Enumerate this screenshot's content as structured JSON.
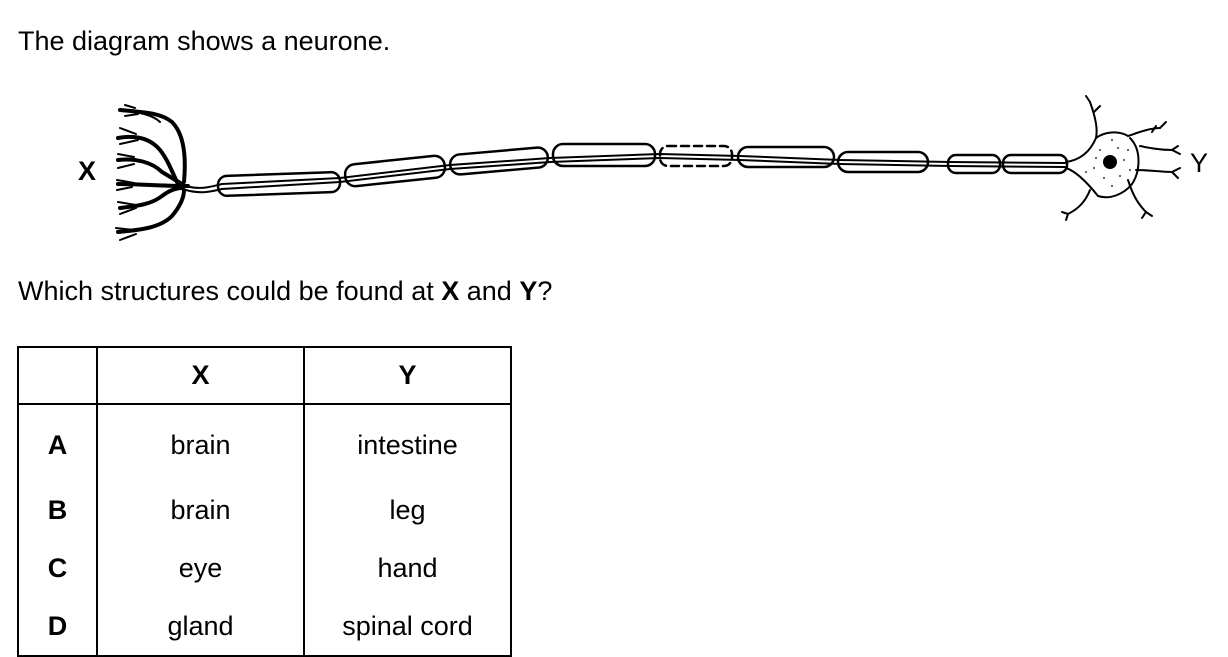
{
  "intro_text": "The diagram shows a neurone.",
  "diagram": {
    "label_x": "X",
    "label_y": "Y"
  },
  "question": {
    "prefix": "Which structures could be found at ",
    "x": "X",
    "middle": " and ",
    "y": "Y",
    "suffix": "?"
  },
  "table": {
    "headers": [
      "",
      "X",
      "Y"
    ],
    "rows": [
      {
        "option": "A",
        "x": "brain",
        "y": "intestine"
      },
      {
        "option": "B",
        "x": "brain",
        "y": "leg"
      },
      {
        "option": "C",
        "x": "eye",
        "y": "hand"
      },
      {
        "option": "D",
        "x": "gland",
        "y": "spinal cord"
      }
    ]
  }
}
